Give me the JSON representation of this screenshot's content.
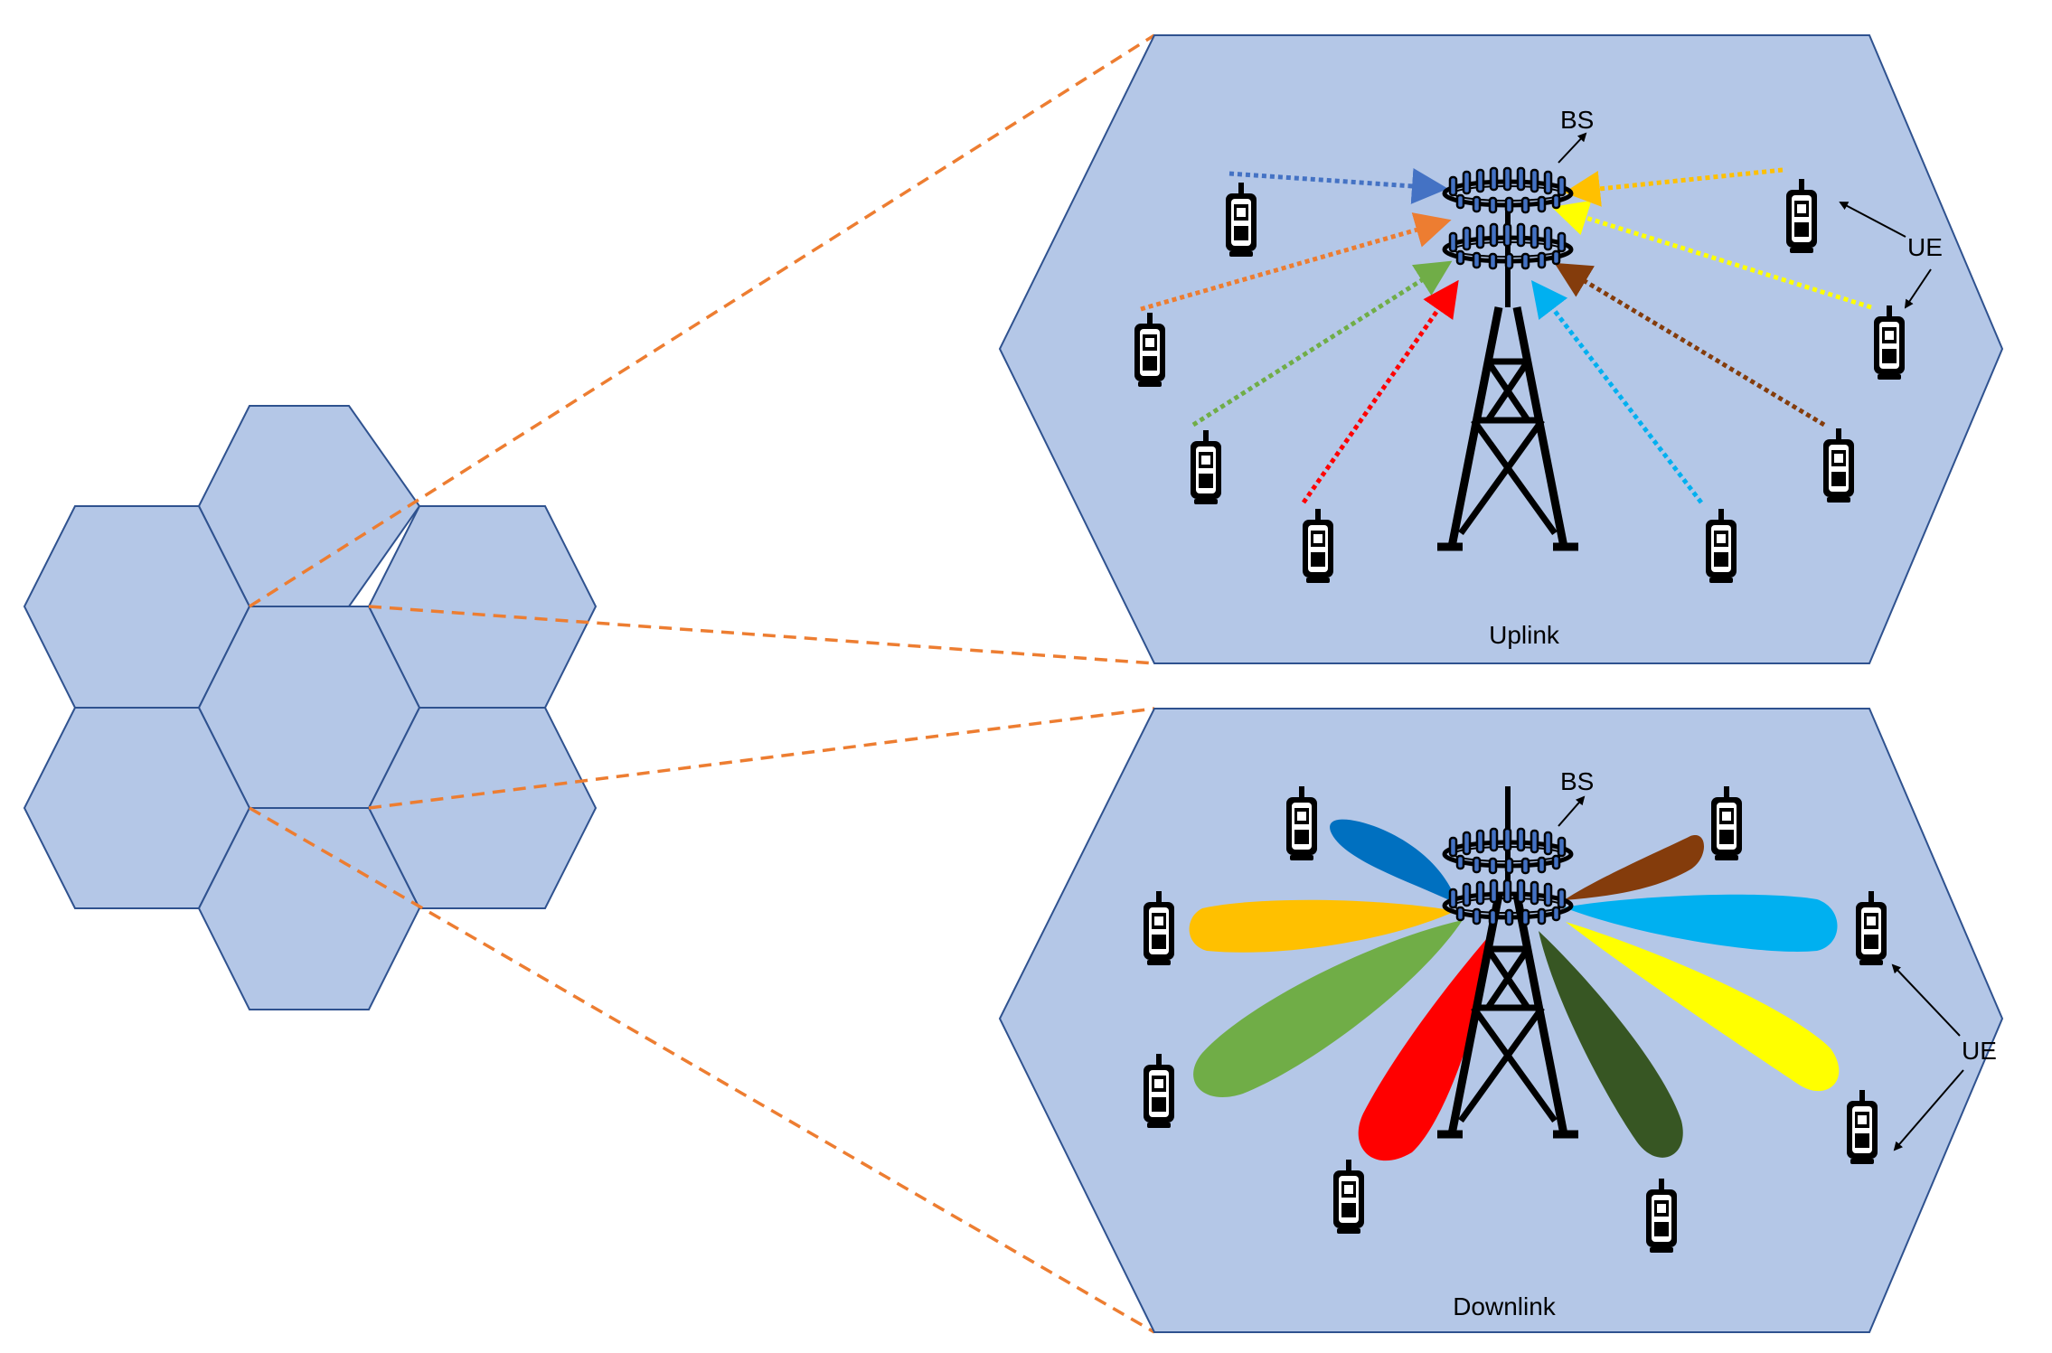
{
  "diagram": {
    "uplink": {
      "caption": "Uplink",
      "bs_label": "BS",
      "ue_label": "UE"
    },
    "downlink": {
      "caption": "Downlink",
      "bs_label": "BS",
      "ue_label": "UE"
    },
    "colors": {
      "cell_fill": "#b4c7e7",
      "cell_stroke": "#2f528f",
      "zoom_line": "#ed7d31",
      "blue": "#4472c4",
      "dark_blue": "#0070c0",
      "orange": "#ed7d31",
      "gold": "#ffc000",
      "yellow": "#ffff00",
      "green": "#70ad47",
      "dark_green": "#375623",
      "red": "#ff0000",
      "light_blue": "#00b0f0",
      "brown": "#843c0c"
    },
    "icons": [
      "base-station-tower-icon",
      "circular-antenna-array-icon",
      "mobile-phone-icon"
    ]
  }
}
